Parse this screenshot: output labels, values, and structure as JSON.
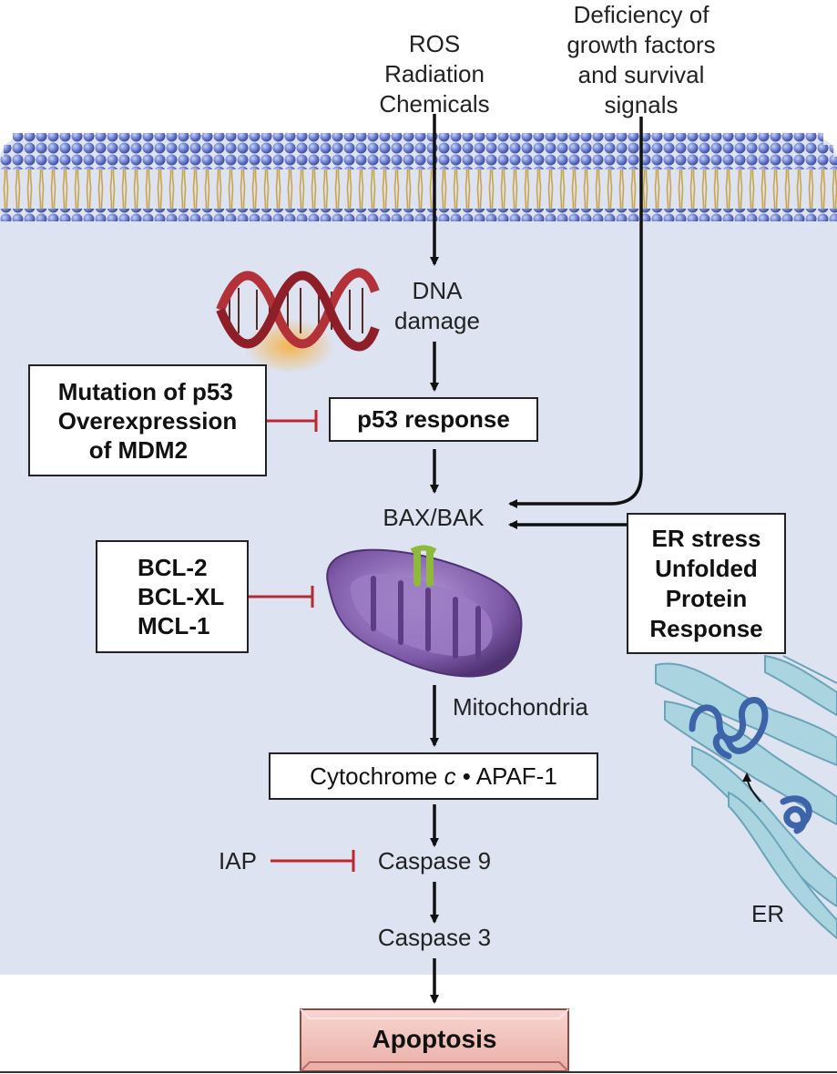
{
  "inputs": {
    "ros": [
      "ROS",
      "Radiation",
      "Chemicals"
    ],
    "deficiency": [
      "Deficiency of",
      "growth factors",
      "and survival",
      "signals"
    ]
  },
  "dna_damage": [
    "DNA",
    "damage"
  ],
  "p53_inhibitor": [
    "Mutation of p53",
    "Overexpression",
    "of MDM2"
  ],
  "p53_response": "p53 response",
  "bax_bak": "BAX/BAK",
  "bcl_box": {
    "items": [
      "BCL-2",
      "BCL-XL",
      "MCL-1"
    ],
    "arrow_color": "#2e8b3e"
  },
  "er_stress": [
    "ER stress",
    "Unfolded",
    "Protein",
    "Response"
  ],
  "mitochondria": "Mitochondria",
  "cytochrome": {
    "part1": "Cytochrome",
    "italic": "c",
    "bullet": "•",
    "part2": "APAF-1"
  },
  "iap": "IAP",
  "caspase9": "Caspase 9",
  "caspase3": "Caspase 3",
  "er": "ER",
  "apoptosis": "Apoptosis",
  "colors": {
    "cytoplasm": "#dde3f1",
    "membrane_head": "#6d7fd0",
    "membrane_tail": "#c9a44a",
    "inhibit": "#c0272d",
    "arrow": "#111111",
    "mito": "#7e5aa8",
    "dna": "#b3323a",
    "er": "#8fc3d3",
    "apoptosis_box": "#f2c4bf"
  }
}
